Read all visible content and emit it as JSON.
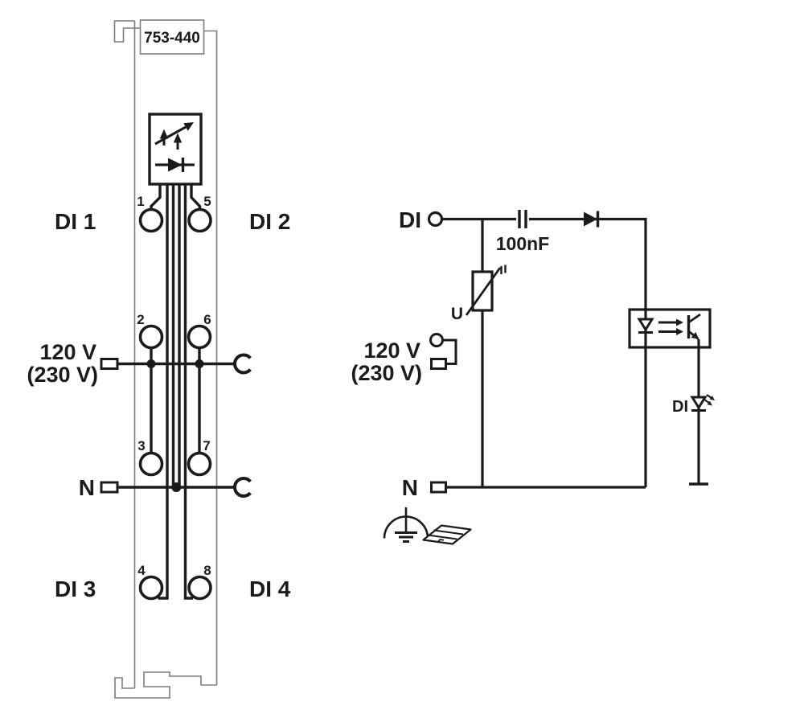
{
  "colors": {
    "ink": "#1b1b1b",
    "outline": "#7d7d7d",
    "background": "#ffffff"
  },
  "module": {
    "part_number": "753-440",
    "channel_labels": {
      "di1": "DI 1",
      "di2": "DI 2",
      "di3": "DI 3",
      "di4": "DI 4"
    },
    "power_label_line1": "120 V",
    "power_label_line2": "(230 V)",
    "neutral_label": "N",
    "terminal_numbers": [
      "1",
      "2",
      "3",
      "4",
      "5",
      "6",
      "7",
      "8"
    ]
  },
  "schematic": {
    "input_label": "DI",
    "capacitor_value": "100nF",
    "varistor_label": "U",
    "power_label_line1": "120 V",
    "power_label_line2": "(230 V)",
    "neutral_label": "N",
    "status_led_label": "DI"
  }
}
